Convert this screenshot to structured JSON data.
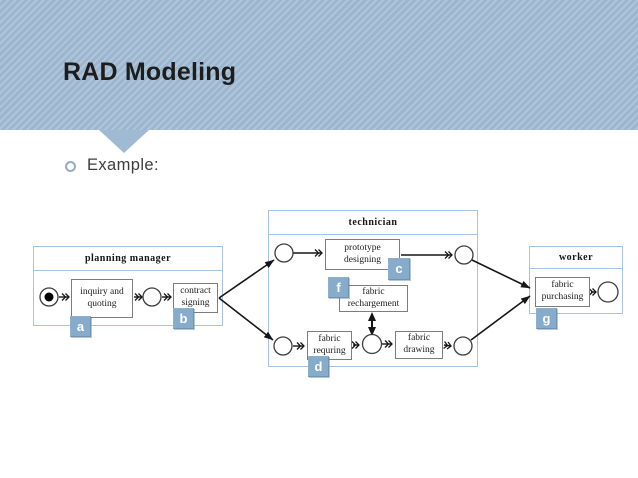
{
  "slide": {
    "title": "RAD Modeling",
    "bullet": "Example:"
  },
  "colors": {
    "header-band": "#a0bad3",
    "title": "#1d1d1d",
    "bullet-ring": "#8fadca",
    "body-text": "#3d3d3d",
    "role-border": "#a6c3e3",
    "activity-border": "#7d7d7d",
    "callout-fill": "#87abcb",
    "callout-border": "#6d94b6",
    "callout-text": "#ffffff",
    "arrow": "#161616",
    "node-stroke": "#3c3c3c"
  },
  "diagram": {
    "roles": {
      "planning_manager": {
        "title": "planning manager"
      },
      "technician": {
        "title": "technician"
      },
      "worker": {
        "title": "worker"
      }
    },
    "activities": {
      "inquiry": {
        "label": "inquiry and quoting"
      },
      "contract": {
        "label": "contract signing"
      },
      "prototype": {
        "label": "prototype designing"
      },
      "rechargement": {
        "label": "fabric rechargement"
      },
      "requiring": {
        "label": "fabric requring"
      },
      "drawing": {
        "label": "fabric drawing"
      },
      "purchasing": {
        "label": "fabric purchasing"
      }
    },
    "callouts": {
      "a": "a",
      "b": "b",
      "c": "c",
      "d": "d",
      "f": "f",
      "g": "g"
    }
  }
}
